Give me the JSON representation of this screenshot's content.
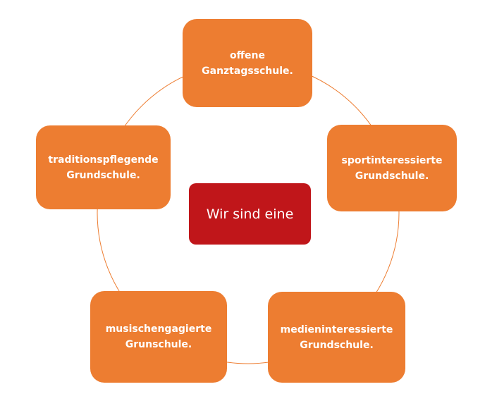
{
  "center_label": "Wir sind eine",
  "nodes": [
    {
      "line1": "offene",
      "line2": "Ganztagsschule."
    },
    {
      "line1": "sportinteressierte",
      "line2": "Grundschule."
    },
    {
      "line1": "medieninteressierte",
      "line2": "Grundschule."
    },
    {
      "line1": "musischengagierte",
      "line2": "Grunschule."
    },
    {
      "line1": "traditionspflegende",
      "line2": "Grundschule."
    }
  ],
  "colors": {
    "node": "#ed7d31",
    "center": "#c0161a",
    "ring": "#ed7d31"
  }
}
